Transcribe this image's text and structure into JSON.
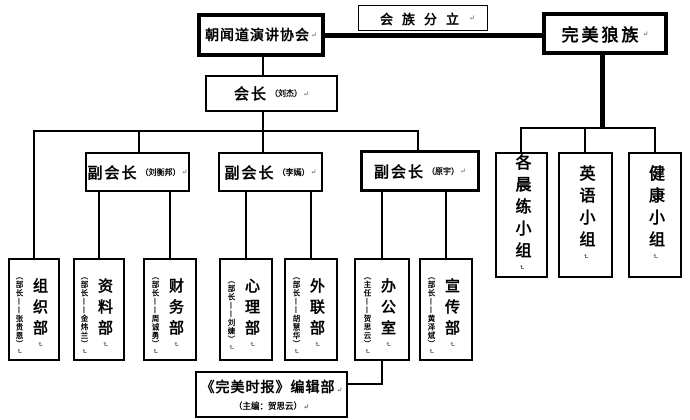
{
  "marks": {
    "return": "↵"
  },
  "header": {
    "association": "朝闻道演讲协会",
    "split_note": "会族分立",
    "wolf_clan": "完美狼族"
  },
  "president": {
    "title": "会长",
    "name": "（刘杰）"
  },
  "vice_presidents": [
    {
      "title": "副会长",
      "name": "（刘衡邦）"
    },
    {
      "title": "副会长",
      "name": "（李嫣）"
    },
    {
      "title": "副会长",
      "name": "（原宇）"
    }
  ],
  "departments": [
    {
      "name": "组织部",
      "leader": "（部长——张贵恩）"
    },
    {
      "name": "资料部",
      "leader": "（部长——金炜兰）"
    },
    {
      "name": "财务部",
      "leader": "（部长——周诚勇）"
    },
    {
      "name": "心理部",
      "leader": "（部长——刘婕）"
    },
    {
      "name": "外联部",
      "leader": "（部长——胡慧华）"
    },
    {
      "name": "办公室",
      "leader": "（主任——贺思云）"
    },
    {
      "name": "宣传部",
      "leader": "（部长——黄泽斌）"
    }
  ],
  "groups": [
    {
      "name": "各晨练小组"
    },
    {
      "name": "英语小组"
    },
    {
      "name": "健康小组"
    }
  ],
  "editorial": {
    "name": "《完美时报》编辑部",
    "editor": "（主编：贺思云）"
  }
}
